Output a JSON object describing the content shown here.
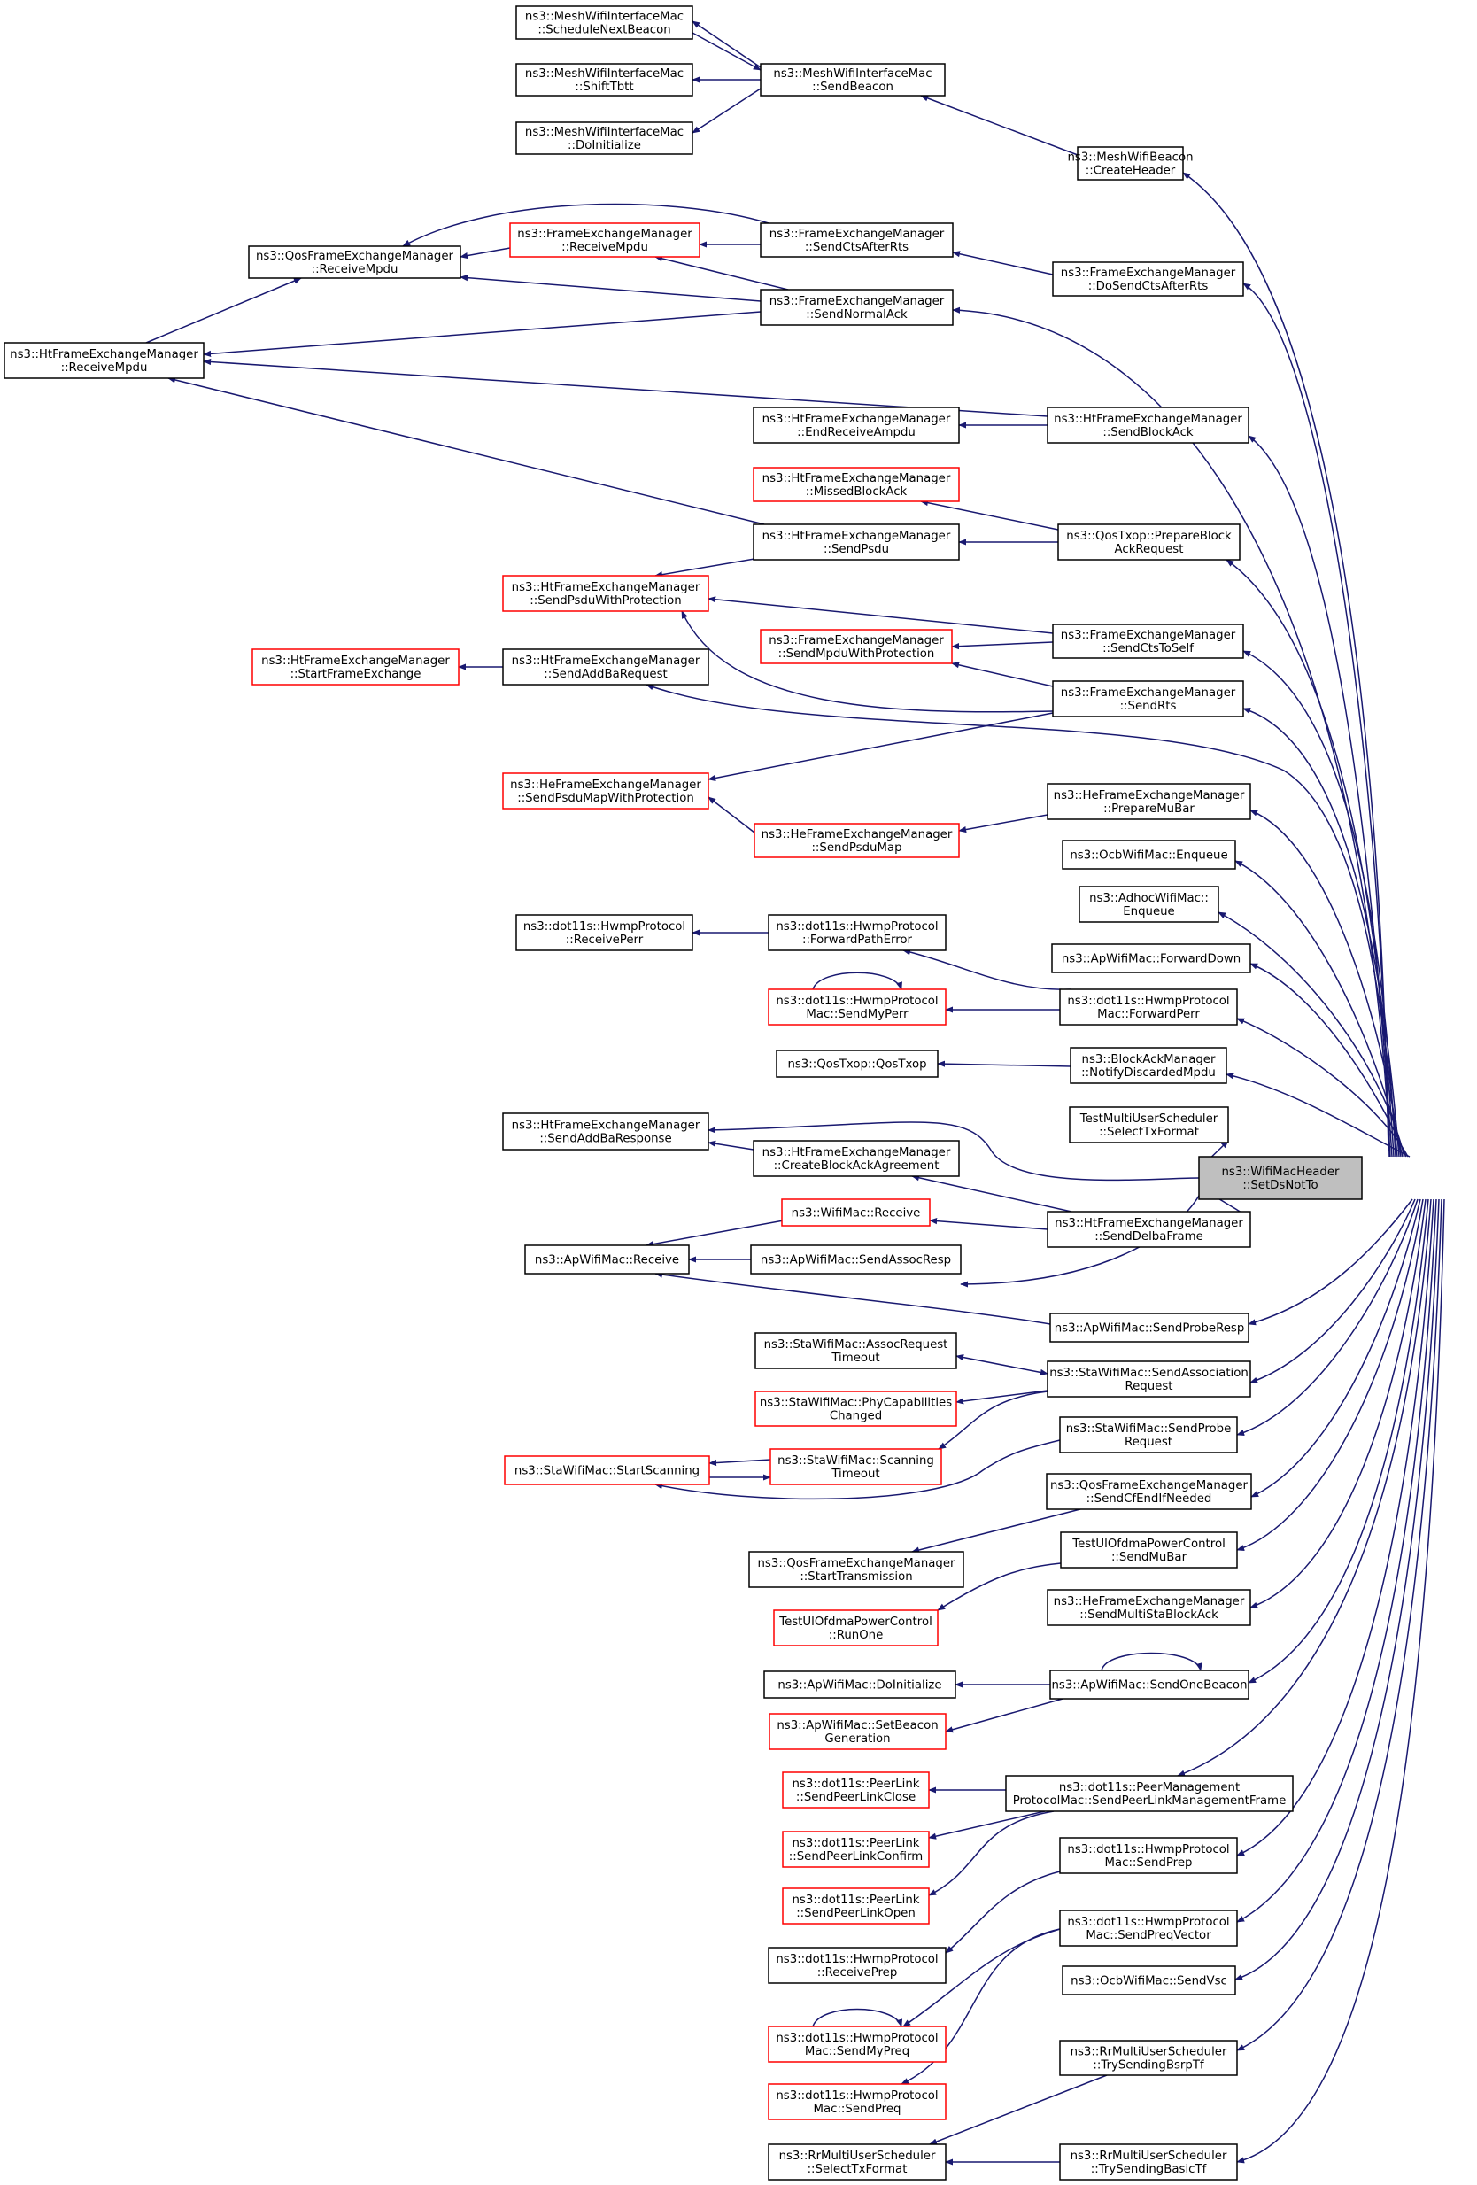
{
  "root": {
    "id": "root",
    "lines": [
      "ns3::WifiMacHeader",
      "::SetDsNotTo"
    ]
  },
  "nodes": [
    {
      "id": "mwi_snb",
      "lines": [
        "ns3::MeshWifiInterfaceMac",
        "::ScheduleNextBeacon"
      ],
      "red": false
    },
    {
      "id": "mwi_st",
      "lines": [
        "ns3::MeshWifiInterfaceMac",
        "::ShiftTbtt"
      ],
      "red": false
    },
    {
      "id": "mwi_di",
      "lines": [
        "ns3::MeshWifiInterfaceMac",
        "::DoInitialize"
      ],
      "red": false
    },
    {
      "id": "mwi_sb",
      "lines": [
        "ns3::MeshWifiInterfaceMac",
        "::SendBeacon"
      ],
      "red": false
    },
    {
      "id": "mwb_ch",
      "lines": [
        "ns3::MeshWifiBeacon",
        "::CreateHeader"
      ],
      "red": false
    },
    {
      "id": "qfem_rm",
      "lines": [
        "ns3::QosFrameExchangeManager",
        "::ReceiveMpdu"
      ],
      "red": false
    },
    {
      "id": "fem_rm",
      "lines": [
        "ns3::FrameExchangeManager",
        "::ReceiveMpdu"
      ],
      "red": true
    },
    {
      "id": "fem_scar",
      "lines": [
        "ns3::FrameExchangeManager",
        "::SendCtsAfterRts"
      ],
      "red": false
    },
    {
      "id": "fem_dscar",
      "lines": [
        "ns3::FrameExchangeManager",
        "::DoSendCtsAfterRts"
      ],
      "red": false
    },
    {
      "id": "fem_sna",
      "lines": [
        "ns3::FrameExchangeManager",
        "::SendNormalAck"
      ],
      "red": false
    },
    {
      "id": "htfem_rm",
      "lines": [
        "ns3::HtFrameExchangeManager",
        "::ReceiveMpdu"
      ],
      "red": false
    },
    {
      "id": "htfem_era",
      "lines": [
        "ns3::HtFrameExchangeManager",
        "::EndReceiveAmpdu"
      ],
      "red": false
    },
    {
      "id": "htfem_sba",
      "lines": [
        "ns3::HtFrameExchangeManager",
        "::SendBlockAck"
      ],
      "red": false
    },
    {
      "id": "htfem_mba",
      "lines": [
        "ns3::HtFrameExchangeManager",
        "::MissedBlockAck"
      ],
      "red": true
    },
    {
      "id": "htfem_sp",
      "lines": [
        "ns3::HtFrameExchangeManager",
        "::SendPsdu"
      ],
      "red": false
    },
    {
      "id": "qtx_pbar",
      "lines": [
        "ns3::QosTxop::PrepareBlock",
        "AckRequest"
      ],
      "red": false
    },
    {
      "id": "htfem_spwp",
      "lines": [
        "ns3::HtFrameExchangeManager",
        "::SendPsduWithProtection"
      ],
      "red": true
    },
    {
      "id": "fem_smwp",
      "lines": [
        "ns3::FrameExchangeManager",
        "::SendMpduWithProtection"
      ],
      "red": true
    },
    {
      "id": "fem_scts",
      "lines": [
        "ns3::FrameExchangeManager",
        "::SendCtsToSelf"
      ],
      "red": false
    },
    {
      "id": "htfem_sfe",
      "lines": [
        "ns3::HtFrameExchangeManager",
        "::StartFrameExchange"
      ],
      "red": true
    },
    {
      "id": "htfem_sabr",
      "lines": [
        "ns3::HtFrameExchangeManager",
        "::SendAddBaRequest"
      ],
      "red": false
    },
    {
      "id": "fem_srts",
      "lines": [
        "ns3::FrameExchangeManager",
        "::SendRts"
      ],
      "red": false
    },
    {
      "id": "hefem_spmwp",
      "lines": [
        "ns3::HeFrameExchangeManager",
        "::SendPsduMapWithProtection"
      ],
      "red": true
    },
    {
      "id": "hefem_pmb",
      "lines": [
        "ns3::HeFrameExchangeManager",
        "::PrepareMuBar"
      ],
      "red": false
    },
    {
      "id": "hefem_spm",
      "lines": [
        "ns3::HeFrameExchangeManager",
        "::SendPsduMap"
      ],
      "red": true
    },
    {
      "id": "ocb_enq",
      "lines": [
        "ns3::OcbWifiMac::Enqueue"
      ],
      "red": false
    },
    {
      "id": "adhoc_enq",
      "lines": [
        "ns3::AdhocWifiMac::",
        "Enqueue"
      ],
      "red": false
    },
    {
      "id": "hwmp_rperr",
      "lines": [
        "ns3::dot11s::HwmpProtocol",
        "::ReceivePerr"
      ],
      "red": false
    },
    {
      "id": "hwmp_fpe",
      "lines": [
        "ns3::dot11s::HwmpProtocol",
        "::ForwardPathError"
      ],
      "red": false
    },
    {
      "id": "ap_fd",
      "lines": [
        "ns3::ApWifiMac::ForwardDown"
      ],
      "red": false
    },
    {
      "id": "hwmp_smp",
      "lines": [
        "ns3::dot11s::HwmpProtocol",
        "Mac::SendMyPerr"
      ],
      "red": true
    },
    {
      "id": "hwmpm_fp",
      "lines": [
        "ns3::dot11s::HwmpProtocol",
        "Mac::ForwardPerr"
      ],
      "red": false
    },
    {
      "id": "qtx_qtx",
      "lines": [
        "ns3::QosTxop::QosTxop"
      ],
      "red": false
    },
    {
      "id": "bam_ndm",
      "lines": [
        "ns3::BlockAckManager",
        "::NotifyDiscardedMpdu"
      ],
      "red": false
    },
    {
      "id": "tmus_stf",
      "lines": [
        "TestMultiUserScheduler",
        "::SelectTxFormat"
      ],
      "red": false
    },
    {
      "id": "htfem_sabresp",
      "lines": [
        "ns3::HtFrameExchangeManager",
        "::SendAddBaResponse"
      ],
      "red": false
    },
    {
      "id": "htfem_cbaa",
      "lines": [
        "ns3::HtFrameExchangeManager",
        "::CreateBlockAckAgreement"
      ],
      "red": false
    },
    {
      "id": "wm_recv",
      "lines": [
        "ns3::WifiMac::Receive"
      ],
      "red": true
    },
    {
      "id": "htfem_sdf",
      "lines": [
        "ns3::HtFrameExchangeManager",
        "::SendDelbaFrame"
      ],
      "red": false
    },
    {
      "id": "ap_recv",
      "lines": [
        "ns3::ApWifiMac::Receive"
      ],
      "red": false
    },
    {
      "id": "ap_sar",
      "lines": [
        "ns3::ApWifiMac::SendAssocResp"
      ],
      "red": false
    },
    {
      "id": "ap_spr",
      "lines": [
        "ns3::ApWifiMac::SendProbeResp"
      ],
      "red": false
    },
    {
      "id": "sta_art",
      "lines": [
        "ns3::StaWifiMac::AssocRequest",
        "Timeout"
      ],
      "red": false
    },
    {
      "id": "sta_sar",
      "lines": [
        "ns3::StaWifiMac::SendAssociation",
        "Request"
      ],
      "red": false
    },
    {
      "id": "sta_pcc",
      "lines": [
        "ns3::StaWifiMac::PhyCapabilities",
        "Changed"
      ],
      "red": true
    },
    {
      "id": "sta_spr",
      "lines": [
        "ns3::StaWifiMac::SendProbe",
        "Request"
      ],
      "red": false
    },
    {
      "id": "sta_ss",
      "lines": [
        "ns3::StaWifiMac::StartScanning"
      ],
      "red": true
    },
    {
      "id": "sta_st",
      "lines": [
        "ns3::StaWifiMac::Scanning",
        "Timeout"
      ],
      "red": true
    },
    {
      "id": "qfem_scfe",
      "lines": [
        "ns3::QosFrameExchangeManager",
        "::SendCfEndIfNeeded"
      ],
      "red": false
    },
    {
      "id": "qfem_stx",
      "lines": [
        "ns3::QosFrameExchangeManager",
        "::StartTransmission"
      ],
      "red": false
    },
    {
      "id": "tupc_smb",
      "lines": [
        "TestUlOfdmaPowerControl",
        "::SendMuBar"
      ],
      "red": false
    },
    {
      "id": "tupc_ro",
      "lines": [
        "TestUlOfdmaPowerControl",
        "::RunOne"
      ],
      "red": true
    },
    {
      "id": "hefem_smsba",
      "lines": [
        "ns3::HeFrameExchangeManager",
        "::SendMultiStaBlockAck"
      ],
      "red": false
    },
    {
      "id": "ap_di",
      "lines": [
        "ns3::ApWifiMac::DoInitialize"
      ],
      "red": false
    },
    {
      "id": "ap_sob",
      "lines": [
        "ns3::ApWifiMac::SendOneBeacon"
      ],
      "red": false
    },
    {
      "id": "ap_sbg",
      "lines": [
        "ns3::ApWifiMac::SetBeacon",
        "Generation"
      ],
      "red": true
    },
    {
      "id": "pl_splc",
      "lines": [
        "ns3::dot11s::PeerLink",
        "::SendPeerLinkClose"
      ],
      "red": true
    },
    {
      "id": "pmpm_splmf",
      "lines": [
        "ns3::dot11s::PeerManagement",
        "ProtocolMac::SendPeerLinkManagementFrame"
      ],
      "red": false
    },
    {
      "id": "pl_splcf",
      "lines": [
        "ns3::dot11s::PeerLink",
        "::SendPeerLinkConfirm"
      ],
      "red": true
    },
    {
      "id": "hwmpm_sp",
      "lines": [
        "ns3::dot11s::HwmpProtocol",
        "Mac::SendPrep"
      ],
      "red": false
    },
    {
      "id": "pl_splo",
      "lines": [
        "ns3::dot11s::PeerLink",
        "::SendPeerLinkOpen"
      ],
      "red": true
    },
    {
      "id": "hwmpm_spv",
      "lines": [
        "ns3::dot11s::HwmpProtocol",
        "Mac::SendPreqVector"
      ],
      "red": false
    },
    {
      "id": "hwmp_rprep",
      "lines": [
        "ns3::dot11s::HwmpProtocol",
        "::ReceivePrep"
      ],
      "red": false
    },
    {
      "id": "ocb_svsc",
      "lines": [
        "ns3::OcbWifiMac::SendVsc"
      ],
      "red": false
    },
    {
      "id": "hwmp_smpreq",
      "lines": [
        "ns3::dot11s::HwmpProtocol",
        "Mac::SendMyPreq"
      ],
      "red": true
    },
    {
      "id": "rrmus_tsbtf",
      "lines": [
        "ns3::RrMultiUserScheduler",
        "::TrySendingBsrpTf"
      ],
      "red": false
    },
    {
      "id": "hwmp_spreq",
      "lines": [
        "ns3::dot11s::HwmpProtocol",
        "Mac::SendPreq"
      ],
      "red": true
    },
    {
      "id": "rrmus_stf",
      "lines": [
        "ns3::RrMultiUserScheduler",
        "::SelectTxFormat"
      ],
      "red": false
    },
    {
      "id": "rrmus_tsbasic",
      "lines": [
        "ns3::RrMultiUserScheduler",
        "::TrySendingBasicTf"
      ],
      "red": false
    }
  ]
}
